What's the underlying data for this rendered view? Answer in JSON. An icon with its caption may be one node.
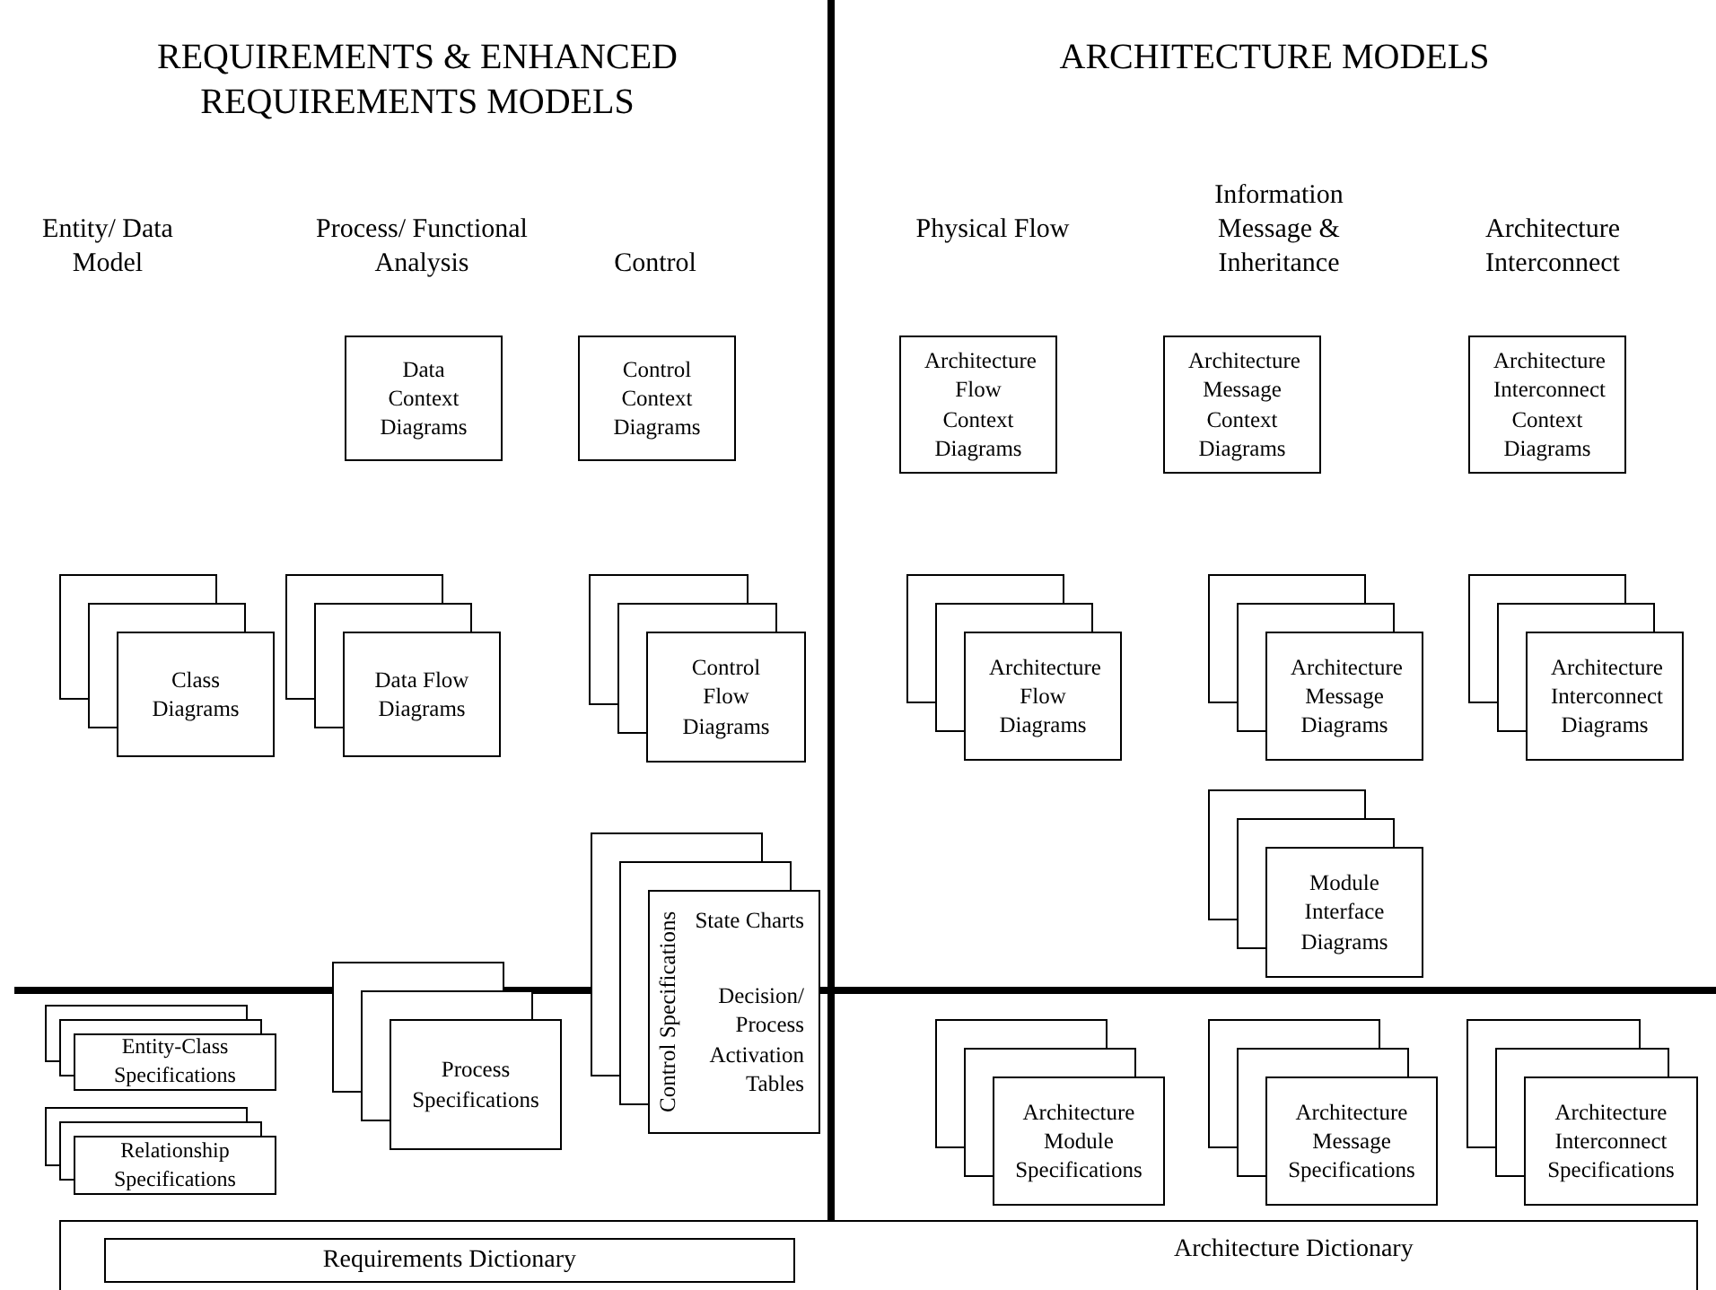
{
  "diagram": {
    "nodes": [
      {
        "text": [
          "Data Context Diagrams"
        ]
      },
      {
        "text": [
          "Control Context Diagrams"
        ]
      },
      {
        "text": [
          "Architecture Flow Context Diagrams"
        ]
      },
      {
        "text": [
          "Architecture Message Context Diagrams"
        ]
      },
      {
        "text": [
          "Architecture Interconnect Context Diagrams"
        ]
      },
      {
        "text": [
          "Class Diagrams"
        ]
      },
      {
        "text": [
          "Data Flow Diagrams"
        ]
      },
      {
        "text": [
          "Control Flow Diagrams"
        ]
      },
      {
        "text": [
          "Architecture Flow Diagrams"
        ]
      },
      {
        "text": [
          "Architecture Message Diagrams"
        ]
      },
      {
        "text": [
          "Architecture Interconnect Diagrams"
        ]
      },
      {
        "text": [
          "Module Interface Diagrams"
        ]
      },
      {
        "text": [
          "Control Specifications",
          "State Charts",
          "Decision/ Process Activation Tables"
        ]
      },
      {
        "text": [
          "Process Specifications"
        ]
      },
      {
        "text": [
          "Entity-Class Specifications"
        ]
      },
      {
        "text": [
          "Relationship Specifications"
        ]
      },
      {
        "text": [
          "Architecture Module Specifications"
        ]
      },
      {
        "text": [
          "Architecture Message Specifications"
        ]
      },
      {
        "text": [
          "Architecture Interconnect Specifications"
        ]
      },
      {
        "text": [
          "Architecture Dictionary"
        ]
      },
      {
        "text": [
          "Requirements Dictionary"
        ],
        "in": 19
      }
    ],
    "labels": [
      "REQUIREMENTS & ENHANCED REQUIREMENTS MODELS",
      "ARCHITECTURE MODELS",
      "Entity/ Data Model",
      "Process/ Functional Analysis",
      "Control",
      "Physical Flow",
      "Information Message & Inheritance",
      "Architecture Interconnect"
    ]
  }
}
